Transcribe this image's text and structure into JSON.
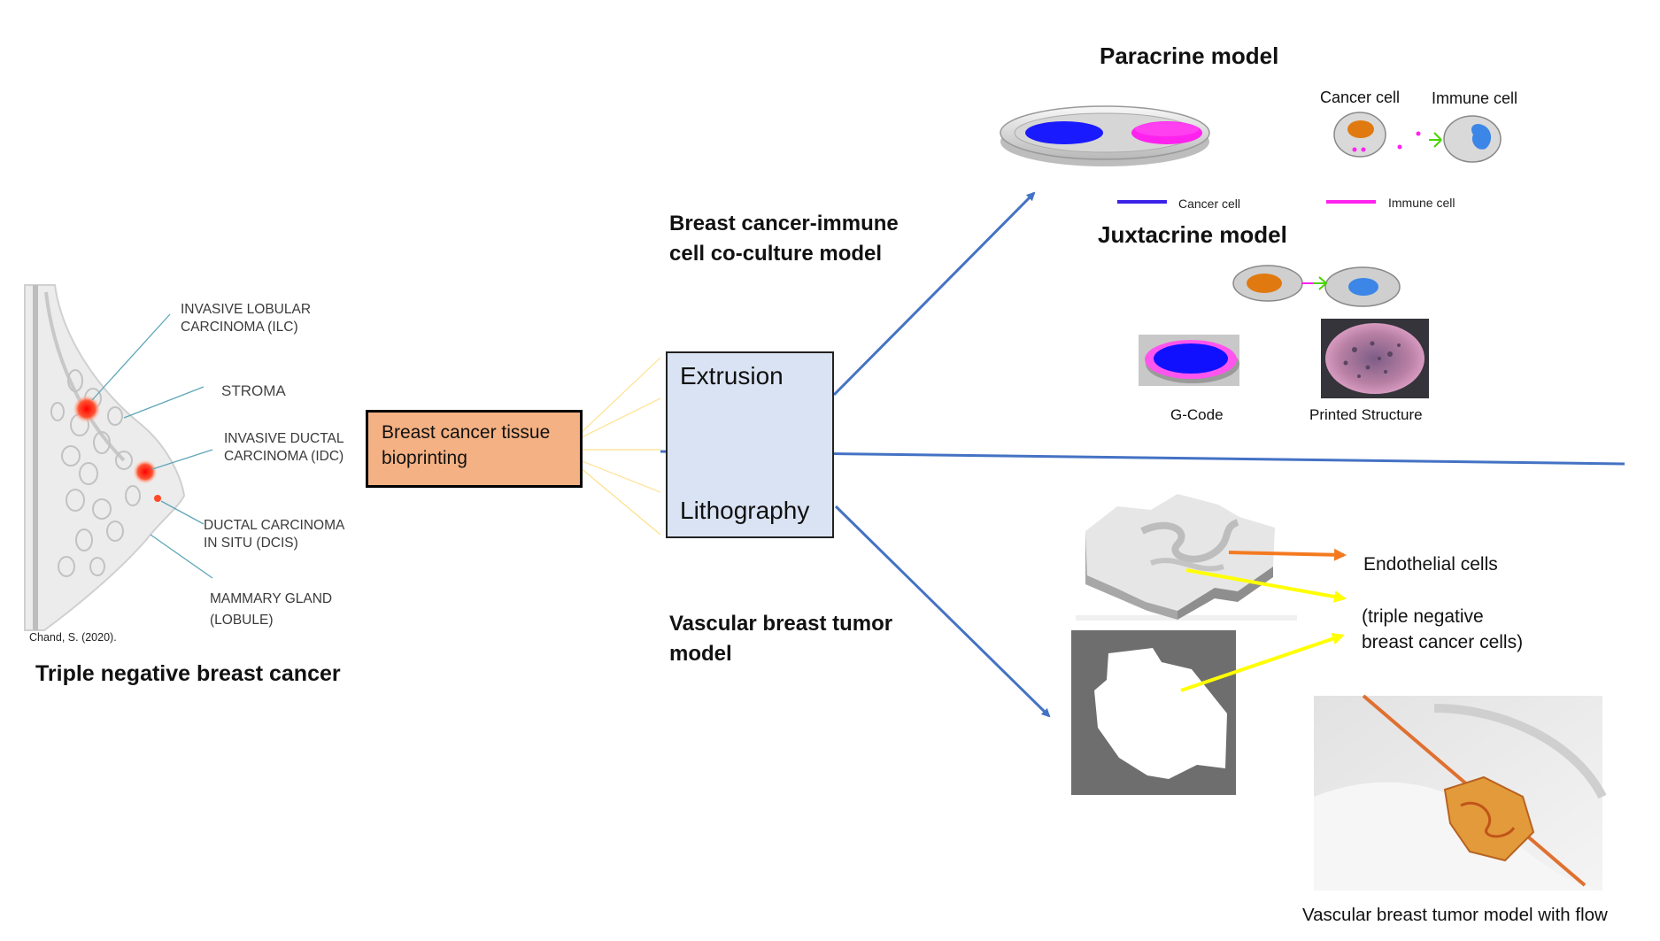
{
  "anatomy": {
    "labels": {
      "ilc": "INVASIVE LOBULAR\nCARCINOMA (ILC)",
      "stroma": "STROMA",
      "idc": "INVASIVE DUCTAL\nCARCINOMA (IDC)",
      "dcis": "DUCTAL CARCINOMA\nIN SITU (DCIS)",
      "lobule": "MAMMARY GLAND\n(LOBULE)"
    },
    "citation": "Chand, S. (2020).",
    "title": "Triple negative breast cancer"
  },
  "hub": {
    "label": "Breast cancer tissue bioprinting"
  },
  "methods": {
    "extrusion": "Extrusion",
    "lithography": "Lithography"
  },
  "coculture": {
    "title": "Breast cancer-immune cell co-culture model",
    "paracrine_title": "Paracrine model",
    "cancer_cell": "Cancer cell",
    "immune_cell": "Immune cell",
    "legend_cancer": "Cancer cell",
    "legend_immune": "Immune cell",
    "juxtacrine_title": "Juxtacrine model",
    "gcode": "G-Code",
    "printed": "Printed Structure"
  },
  "vascular": {
    "title": "Vascular breast tumor model",
    "endothelial": "Endothelial cells",
    "tnbc": "(triple negative\nbreast cancer cells)",
    "caption": "Vascular breast tumor model with flow"
  },
  "colors": {
    "arrow_blue": "#4472c4",
    "hub_fill": "#f4b183",
    "method_fill": "#dae3f3",
    "cancer_blue": "#1a1aff",
    "immune_magenta": "#ff22ee",
    "arrow_orange": "#f47a20",
    "arrow_yellow": "#ffff00"
  }
}
